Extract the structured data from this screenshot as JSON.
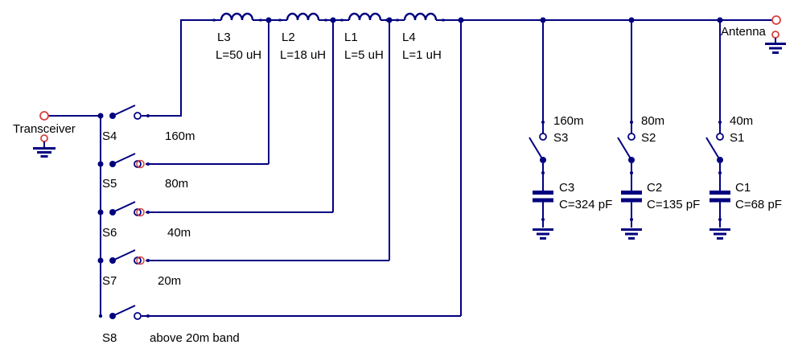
{
  "colors": {
    "wire": "#000080",
    "port": "#d84040",
    "text": "#000000",
    "background": "#ffffff"
  },
  "ports": {
    "transceiver": "Transceiver",
    "antenna": "Antenna"
  },
  "inductors": [
    {
      "ref": "L3",
      "value": "L=50 uH"
    },
    {
      "ref": "L2",
      "value": "L=18 uH"
    },
    {
      "ref": "L1",
      "value": "L=5 uH"
    },
    {
      "ref": "L4",
      "value": "L=1 uH"
    }
  ],
  "band_switches": [
    {
      "ref": "S4",
      "band": "160m"
    },
    {
      "ref": "S5",
      "band": "80m"
    },
    {
      "ref": "S6",
      "band": "40m"
    },
    {
      "ref": "S7",
      "band": "20m"
    },
    {
      "ref": "S8",
      "band": "above 20m band"
    }
  ],
  "shunt_switches": [
    {
      "ref": "S3",
      "band": "160m"
    },
    {
      "ref": "S2",
      "band": "80m"
    },
    {
      "ref": "S1",
      "band": "40m"
    }
  ],
  "capacitors": [
    {
      "ref": "C3",
      "value": "C=324 pF"
    },
    {
      "ref": "C2",
      "value": "C=135 pF"
    },
    {
      "ref": "C1",
      "value": "C=68 pF"
    }
  ]
}
